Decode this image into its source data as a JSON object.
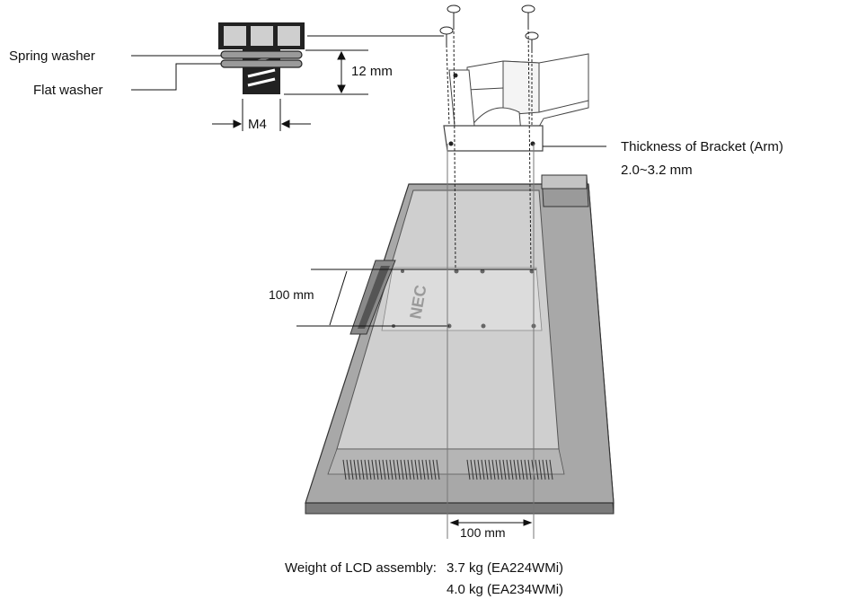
{
  "screw_detail": {
    "spring_washer_label": "Spring washer",
    "flat_washer_label": "Flat washer",
    "screw_length_label": "12 mm",
    "screw_size_label": "M4"
  },
  "bracket": {
    "thickness_title": "Thickness of Bracket (Arm)",
    "thickness_value": "2.0~3.2 mm"
  },
  "monitor": {
    "logo_text": "NEC"
  },
  "dimensions": {
    "vertical_spacing": "100 mm",
    "horizontal_spacing": "100 mm"
  },
  "weight": {
    "label": "Weight of LCD assembly:",
    "values": [
      "3.7 kg (EA224WMi)",
      "4.0 kg (EA234WMi)"
    ]
  },
  "colors": {
    "panel_gray": "#a8a8a8",
    "screen_gray": "#cfcfcf",
    "edge_dark": "#4a4a4a",
    "bracket_fill": "#ffffff"
  }
}
